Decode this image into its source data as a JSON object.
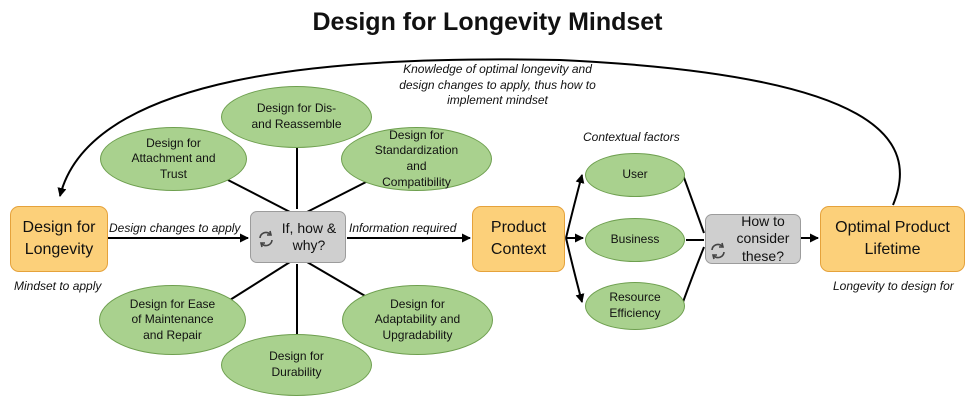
{
  "title": "Design for Longevity Mindset",
  "feedback_note": [
    "Knowledge of optimal longevity and",
    "design changes to apply, thus how to",
    "implement mindset"
  ],
  "nodes": {
    "design_for_longevity": [
      "Design for",
      "Longevity"
    ],
    "if_how_why": [
      "If, how &",
      "why?"
    ],
    "product_context": [
      "Product",
      "Context"
    ],
    "how_to_consider": [
      "How to",
      "consider",
      "these?"
    ],
    "optimal_product_lifetime": [
      "Optimal Product",
      "Lifetime"
    ]
  },
  "edge_labels": {
    "design_changes": "Design changes to apply",
    "information_required": "Information required",
    "mindset_to_apply": "Mindset to apply",
    "longevity_to_design_for": "Longevity to design for",
    "contextual_factors": "Contextual factors"
  },
  "strategies": {
    "disassemble": [
      "Design for Dis-",
      "and Reassemble"
    ],
    "attachment": [
      "Design for",
      "Attachment and",
      "Trust"
    ],
    "standardization": [
      "Design for",
      "Standardization",
      "and",
      "Compatibility"
    ],
    "maintenance": [
      "Design for Ease",
      "of Maintenance",
      "and Repair"
    ],
    "adaptability": [
      "Design for",
      "Adaptability and",
      "Upgradability"
    ],
    "durability": [
      "Design for",
      "Durability"
    ]
  },
  "context_factors": {
    "user": [
      "User"
    ],
    "business": [
      "Business"
    ],
    "resource": [
      "Resource",
      "Efficiency"
    ]
  },
  "colors": {
    "orange_fill": "#fcd07a",
    "orange_border": "#e5a23b",
    "green_fill": "#a9d18e",
    "green_border": "#6e9f4f",
    "grey_fill": "#cfcfcf",
    "grey_border": "#9c9c9c",
    "line": "#000000"
  },
  "icons": {
    "cycle": "refresh-cycle-icon"
  }
}
